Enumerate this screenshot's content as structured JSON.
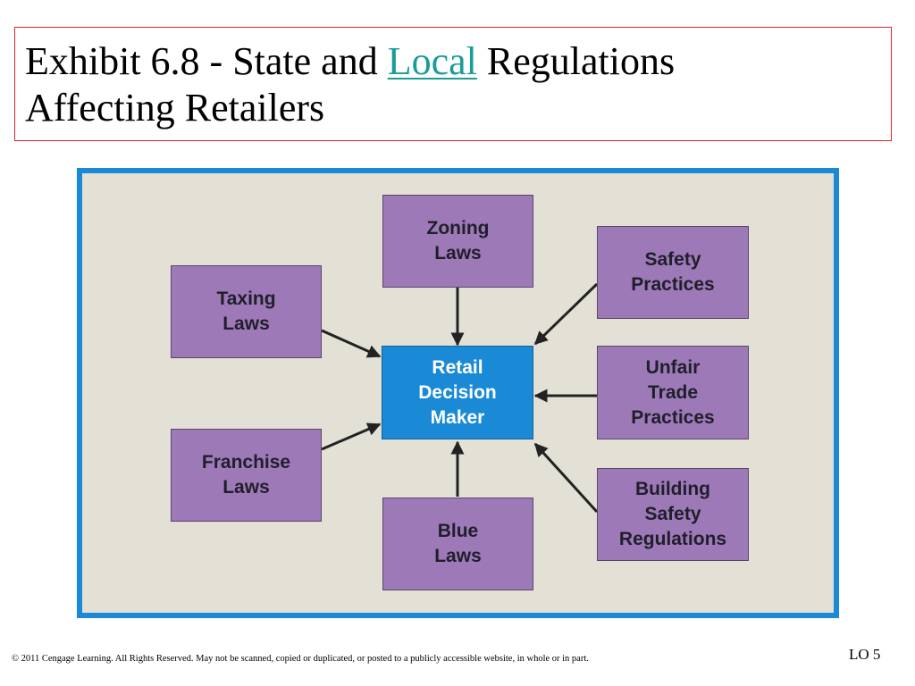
{
  "title": {
    "line1_before": "Exhibit 6.8 - State and ",
    "line1_link": "Local",
    "line1_after": " Regulations",
    "line2": "Affecting Retailers"
  },
  "diagram": {
    "center": "Retail\nDecision\nMaker",
    "nodes": {
      "zoning": "Zoning\nLaws",
      "taxing": "Taxing\nLaws",
      "safety": "Safety\nPractices",
      "unfair": "Unfair\nTrade\nPractices",
      "franchise": "Franchise\nLaws",
      "blue": "Blue\nLaws",
      "building": "Building\nSafety\nRegulations"
    },
    "colors": {
      "node_fill": "#9e79b8",
      "center_fill": "#1b8ad6",
      "frame_border": "#1b8ad6",
      "frame_fill": "#e3e1d6",
      "arrow": "#222222"
    }
  },
  "footer": {
    "copyright": "© 2011 Cengage Learning. All Rights Reserved. May not be scanned, copied or duplicated, or posted to a publicly accessible website, in whole or in part.",
    "lo": "LO 5"
  }
}
